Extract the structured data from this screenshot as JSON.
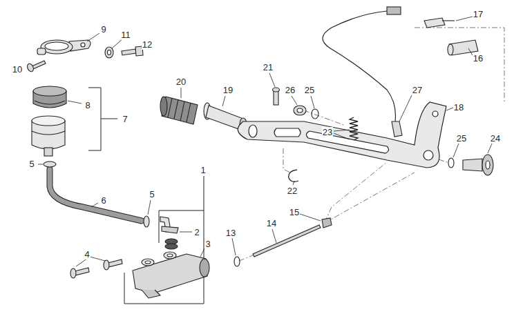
{
  "diagram": {
    "labels": [
      "17",
      "9",
      "11",
      "12",
      "10",
      "16",
      "21",
      "20",
      "26",
      "25",
      "27",
      "19",
      "8",
      "18",
      "7",
      "23",
      "25",
      "24",
      "5",
      "1",
      "22",
      "5",
      "6",
      "15",
      "14",
      "2",
      "13",
      "3",
      "4"
    ]
  }
}
